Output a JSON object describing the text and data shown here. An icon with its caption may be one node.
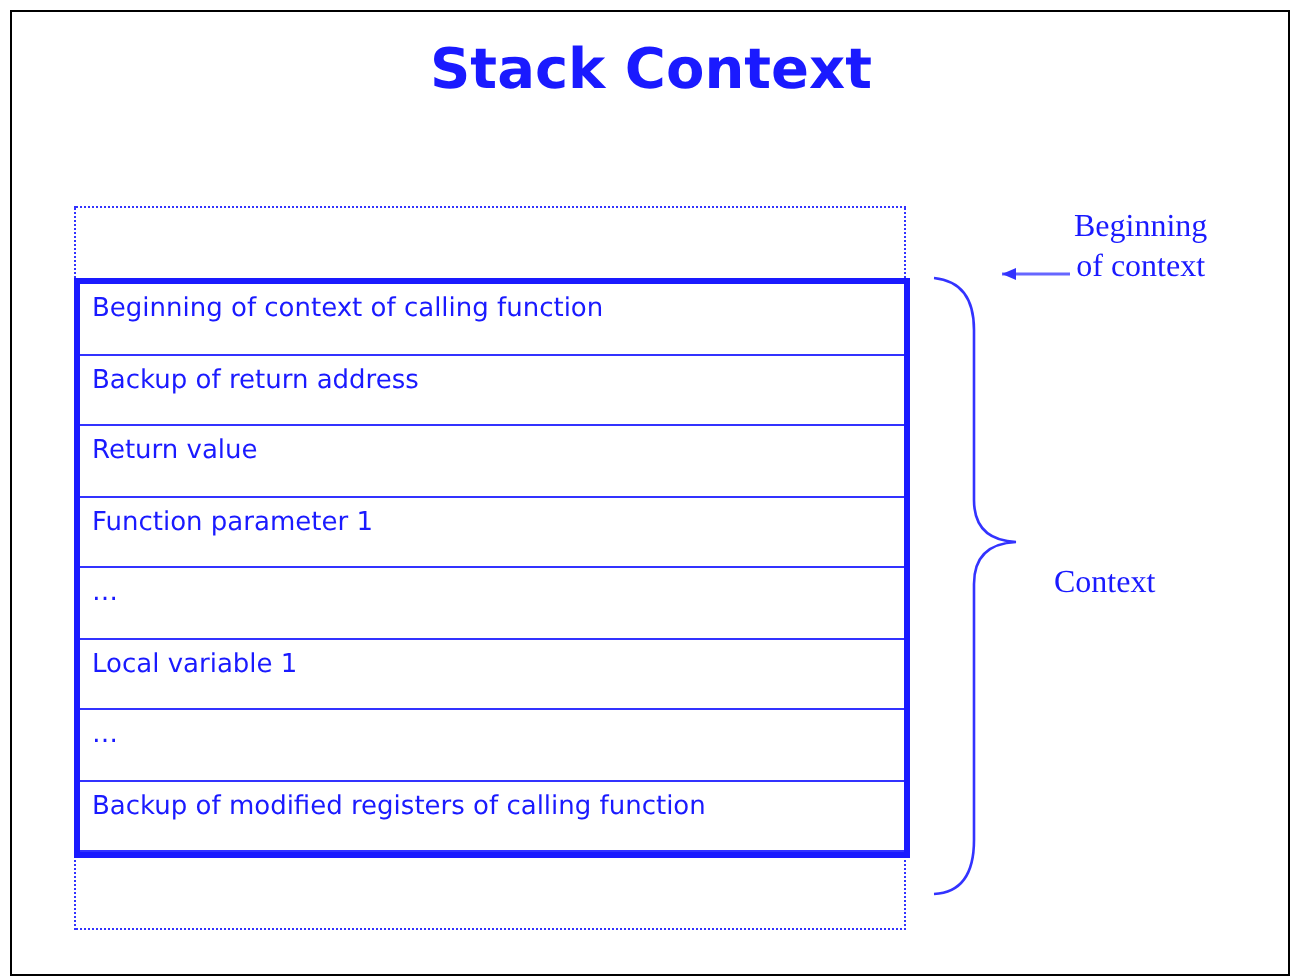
{
  "diagram": {
    "title": "Stack Context",
    "nodes": [
      {
        "text": [],
        "shape": "box"
      },
      {
        "text": [],
        "shape": "box",
        "in": 0
      },
      {
        "text": [
          "Beginning of context of calling function"
        ],
        "in": 1
      },
      {
        "text": [
          "Backup of return address"
        ],
        "in": 1
      },
      {
        "text": [
          "Return value"
        ],
        "in": 1
      },
      {
        "text": [
          "Function parameter 1"
        ],
        "in": 1
      },
      {
        "text": [
          "…"
        ],
        "in": 1
      },
      {
        "text": [
          "Local variable 1"
        ],
        "in": 1
      },
      {
        "text": [
          "…"
        ],
        "in": 1
      },
      {
        "text": [
          "Backup of modified registers of calling function"
        ],
        "in": 1
      },
      {
        "text": [
          "Beginning of context"
        ]
      },
      {
        "text": [],
        "shape": "brace",
        "beside": [
          "Context"
        ]
      }
    ],
    "edges": [
      {
        "from": 10,
        "to": 11,
        "arrow": "to"
      }
    ]
  }
}
